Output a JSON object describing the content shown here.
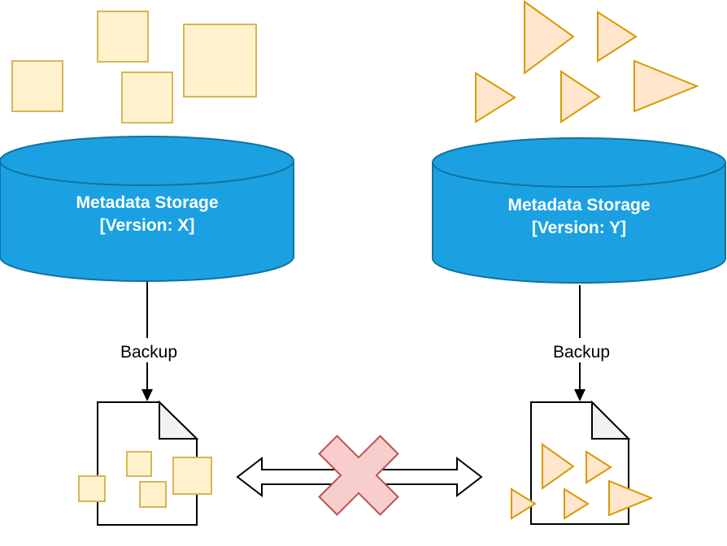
{
  "left_pipeline": {
    "storage": {
      "title": "Metadata Storage",
      "version": "[Version: X]"
    },
    "backup_label": "Backup",
    "incoming_items": {
      "shape": "square",
      "count": 4
    },
    "backup_file_items": {
      "shape": "square",
      "count": 4
    }
  },
  "right_pipeline": {
    "storage": {
      "title": "Metadata Storage",
      "version": "[Version: Y]"
    },
    "backup_label": "Backup",
    "incoming_items": {
      "shape": "triangle",
      "count": 5
    },
    "backup_file_items": {
      "shape": "triangle",
      "count": 5
    }
  },
  "compatibility": {
    "symbol": "red-cross-over-double-arrow"
  },
  "colors": {
    "cylinder_fill": "#1ba1e2",
    "cylinder_stroke": "#10739e",
    "square_fill": "#fff2cc",
    "square_stroke": "#d6b656",
    "triangle_fill": "#ffe6cc",
    "triangle_stroke": "#d79b00",
    "cross_fill": "#f8cecc",
    "cross_stroke": "#b85450",
    "file_fill": "#ffffff",
    "file_fold_fill": "#f2f2f2",
    "line_color": "#000000",
    "arrow_fill": "#ffffff",
    "cylinder_text": "#ffffff",
    "backup_text": "#000000"
  }
}
